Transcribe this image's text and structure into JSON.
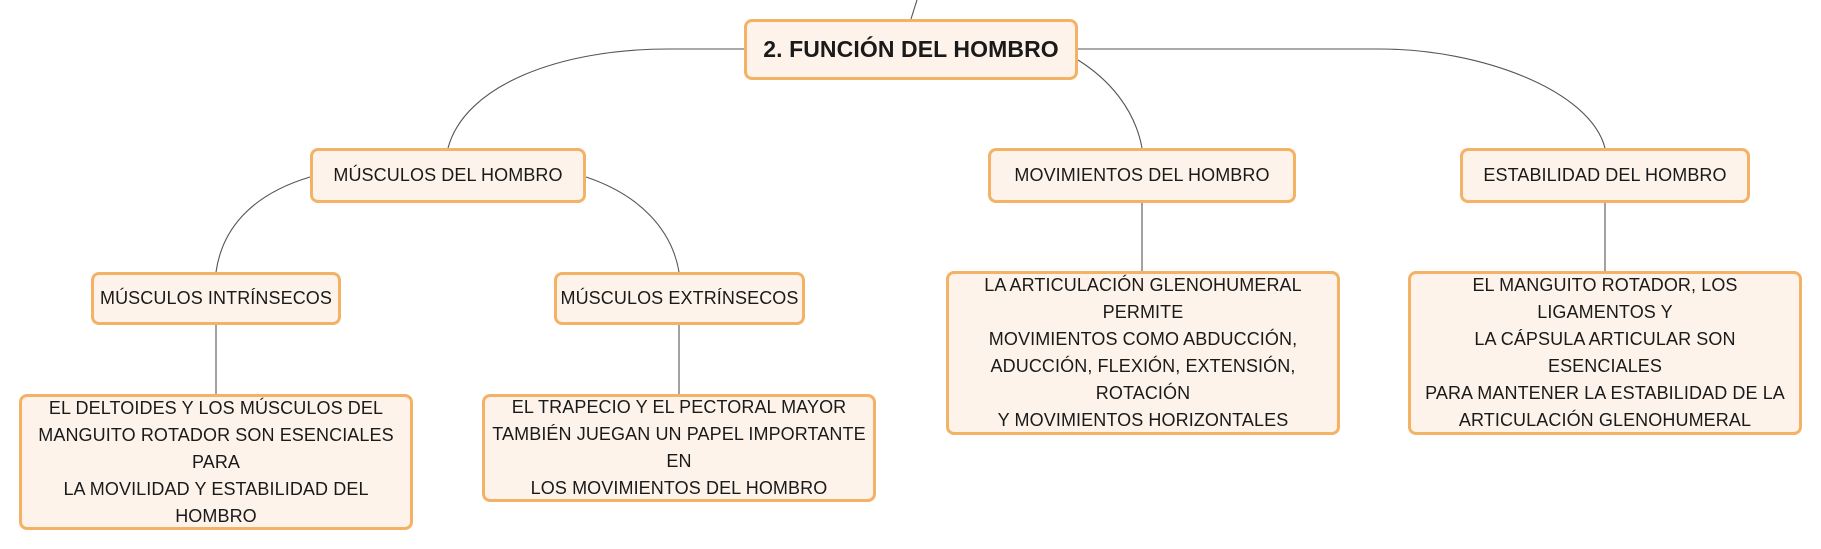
{
  "root": {
    "label": "2. FUNCIÓN DEL HOMBRO"
  },
  "branches": {
    "musculos": {
      "label": "MÚSCULOS DEL HOMBRO",
      "intrinsecos": {
        "label": "MÚSCULOS INTRÍNSECOS",
        "detail_lines": [
          "EL DELTOIDES Y LOS MÚSCULOS DEL",
          "MANGUITO ROTADOR SON ESENCIALES PARA",
          "LA MOVILIDAD Y ESTABILIDAD DEL HOMBRO"
        ]
      },
      "extrinsecos": {
        "label": "MÚSCULOS EXTRÍNSECOS",
        "detail_lines": [
          "EL TRAPECIO Y EL PECTORAL MAYOR",
          "TAMBIÉN JUEGAN UN PAPEL IMPORTANTE EN",
          "LOS MOVIMIENTOS DEL HOMBRO"
        ]
      }
    },
    "movimientos": {
      "label": "MOVIMIENTOS DEL HOMBRO",
      "detail_lines": [
        "LA ARTICULACIÓN GLENOHUMERAL PERMITE",
        "MOVIMIENTOS COMO ABDUCCIÓN,",
        "ADUCCIÓN, FLEXIÓN, EXTENSIÓN, ROTACIÓN",
        "Y MOVIMIENTOS HORIZONTALES"
      ]
    },
    "estabilidad": {
      "label": "ESTABILIDAD DEL HOMBRO",
      "detail_lines": [
        "EL MANGUITO ROTADOR, LOS LIGAMENTOS Y",
        "LA CÁPSULA ARTICULAR SON ESENCIALES",
        "PARA MANTENER LA ESTABILIDAD DE LA",
        "ARTICULACIÓN GLENOHUMERAL"
      ]
    }
  },
  "colors": {
    "node_fill": "#fdf3ea",
    "node_border": "#f4b266",
    "connector": "#555555"
  }
}
